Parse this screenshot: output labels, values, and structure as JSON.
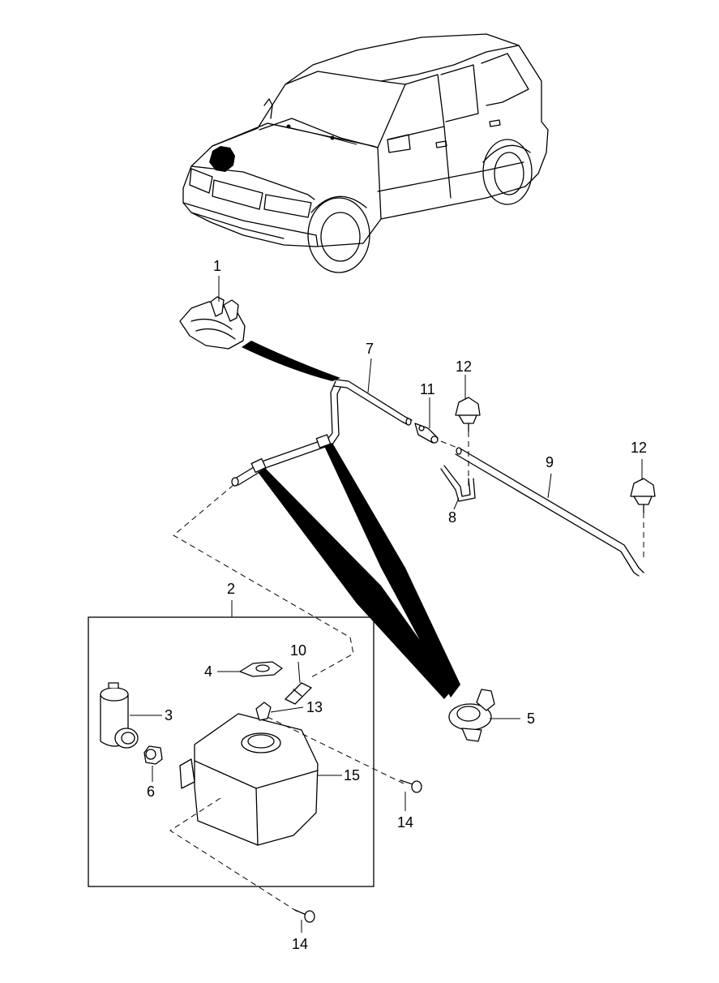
{
  "callouts": [
    {
      "id": "c1",
      "label": "1"
    },
    {
      "id": "c2",
      "label": "2"
    },
    {
      "id": "c3",
      "label": "3"
    },
    {
      "id": "c4",
      "label": "4"
    },
    {
      "id": "c5",
      "label": "5"
    },
    {
      "id": "c6",
      "label": "6"
    },
    {
      "id": "c7",
      "label": "7"
    },
    {
      "id": "c8",
      "label": "8"
    },
    {
      "id": "c9",
      "label": "9"
    },
    {
      "id": "c10",
      "label": "10"
    },
    {
      "id": "c11",
      "label": "11"
    },
    {
      "id": "c12a",
      "label": "12"
    },
    {
      "id": "c12b",
      "label": "12"
    },
    {
      "id": "c13",
      "label": "13"
    },
    {
      "id": "c14a",
      "label": "14"
    },
    {
      "id": "c14b",
      "label": "14"
    },
    {
      "id": "c15",
      "label": "15"
    }
  ],
  "colors": {
    "line": "#000000",
    "background": "#ffffff"
  }
}
